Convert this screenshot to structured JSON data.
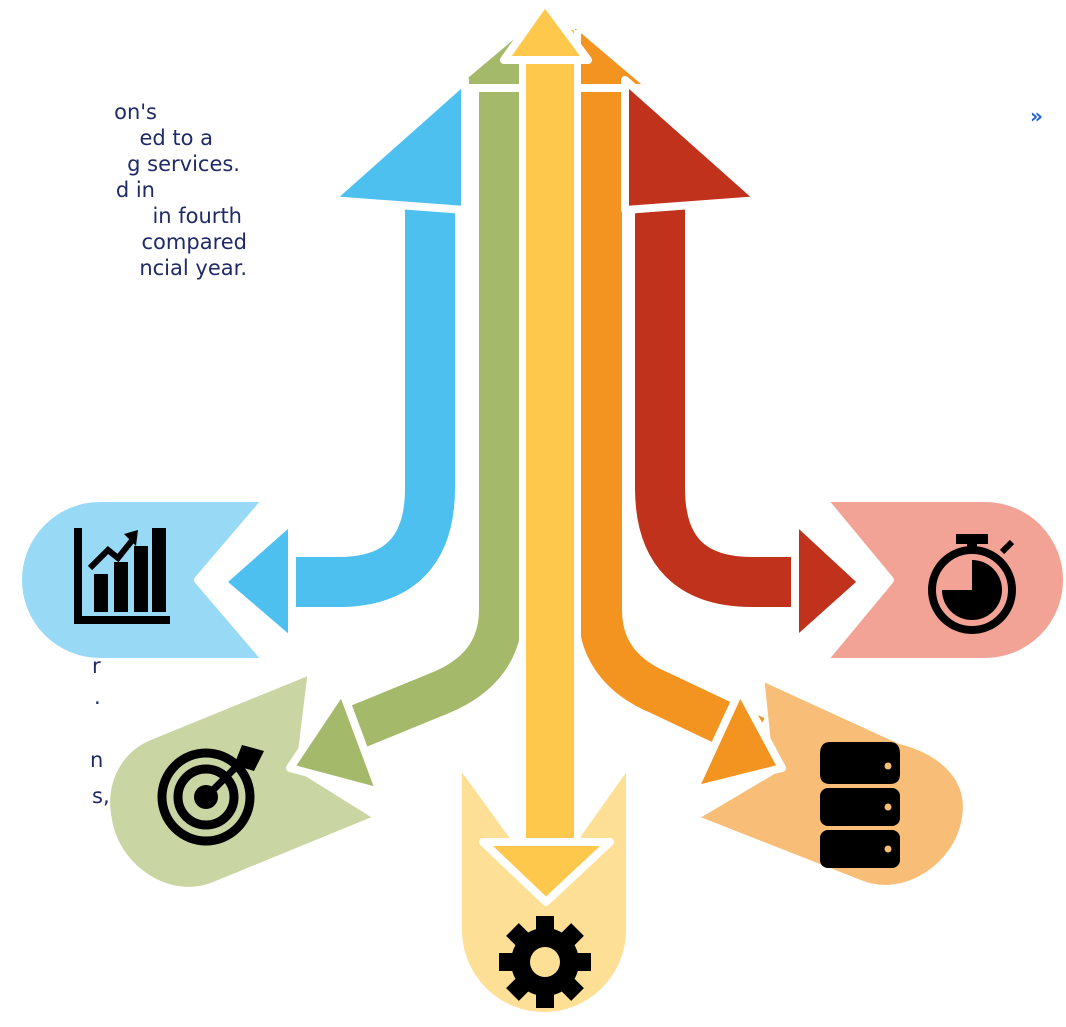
{
  "top_text_lines": [
    "on's",
    "ed to a",
    "g services.",
    "d in",
    "in fourth",
    "compared",
    "ncial year."
  ],
  "bottom_text_lines": [
    "r",
    ".",
    "n",
    "s,"
  ],
  "chevron_glyph": "»",
  "colors": {
    "text": "#1f2a66",
    "blue": "#4ec0f0",
    "blue_light": "#98daf5",
    "green": "#a5b96a",
    "green_light": "#c9d5a2",
    "yellow": "#fdc84c",
    "yellow_light": "#fde096",
    "orange": "#f49420",
    "orange_light": "#f8bd77",
    "red": "#c0321c",
    "red_light": "#f2a395",
    "accent": "#1e5fd6"
  },
  "branches": [
    {
      "name": "blue",
      "icon": "bar-chart-growth-icon"
    },
    {
      "name": "green",
      "icon": "target-arrow-icon"
    },
    {
      "name": "yellow",
      "icon": "gear-icon"
    },
    {
      "name": "orange",
      "icon": "database-icon"
    },
    {
      "name": "red",
      "icon": "stopwatch-icon"
    }
  ]
}
